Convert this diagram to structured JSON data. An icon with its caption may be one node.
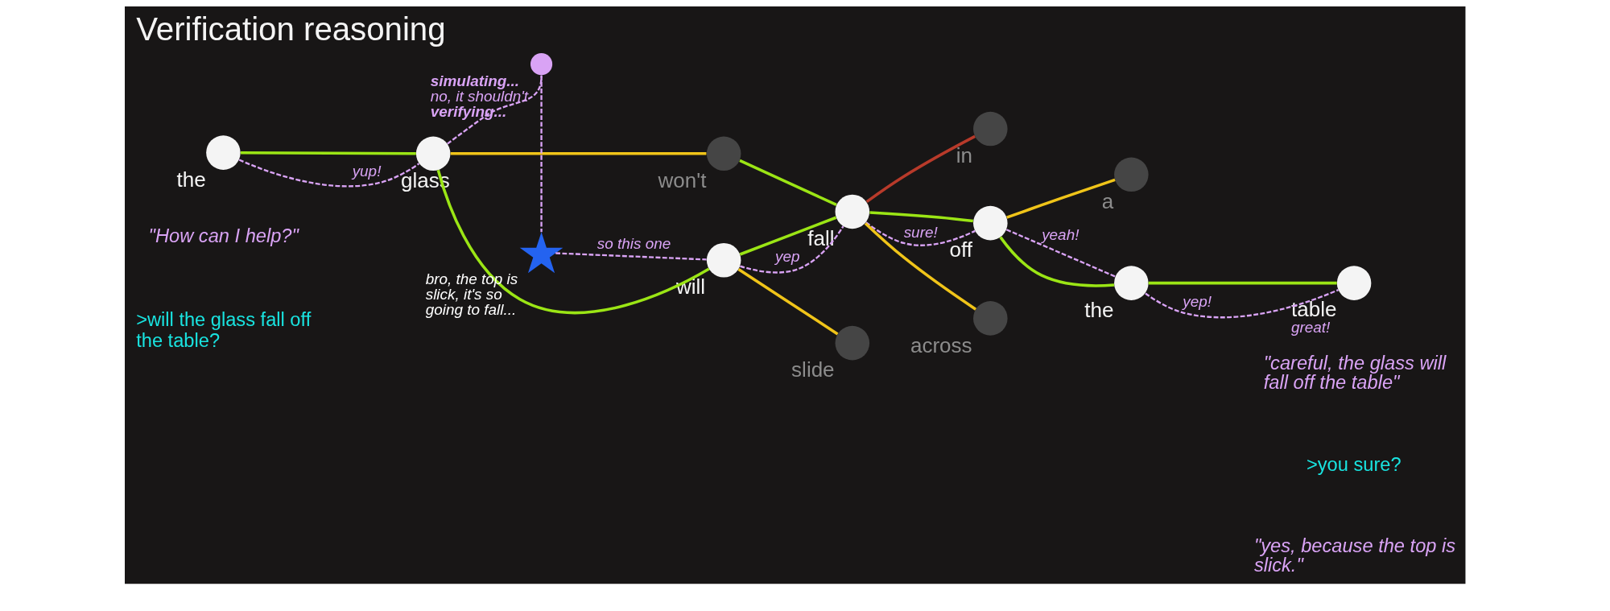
{
  "diagram": {
    "title": "Verification reasoning",
    "nodes": [
      {
        "text": [
          "the"
        ]
      },
      {
        "text": [
          "glass"
        ]
      },
      {
        "text": [
          "won't"
        ]
      },
      {
        "text": [],
        "shape": "circle",
        "beside": [
          "simulating...",
          "no, it shouldn't",
          "verifying..."
        ]
      },
      {
        "text": [],
        "shape": "badge",
        "beside": [
          "bro, the top is slick, it's so going to fall..."
        ]
      },
      {
        "text": [
          "will"
        ]
      },
      {
        "text": [
          "fall"
        ]
      },
      {
        "text": [
          "slide"
        ]
      },
      {
        "text": [
          "in"
        ]
      },
      {
        "text": [
          "off"
        ]
      },
      {
        "text": [
          "across"
        ]
      },
      {
        "text": [
          "a"
        ]
      },
      {
        "text": [
          "the"
        ]
      },
      {
        "text": [
          "table"
        ],
        "beside": [
          "great!"
        ]
      }
    ],
    "edges": [
      {
        "from": 0,
        "to": 1,
        "arrow": "none",
        "color": "#9be515"
      },
      {
        "from": 1,
        "to": 2,
        "arrow": "none",
        "color": "#f0c419"
      },
      {
        "from": 1,
        "to": 5,
        "arrow": "none",
        "color": "#9be515"
      },
      {
        "from": 2,
        "to": 6,
        "arrow": "none",
        "color": "#9be515"
      },
      {
        "from": 5,
        "to": 6,
        "arrow": "none",
        "color": "#9be515"
      },
      {
        "from": 5,
        "to": 7,
        "arrow": "none",
        "color": "#f0c419"
      },
      {
        "from": 6,
        "to": 8,
        "arrow": "none",
        "color": "#b83a2a"
      },
      {
        "from": 6,
        "to": 9,
        "arrow": "none",
        "color": "#9be515"
      },
      {
        "from": 6,
        "to": 10,
        "arrow": "none",
        "color": "#f0c419"
      },
      {
        "from": 9,
        "to": 11,
        "arrow": "none",
        "color": "#f0c419"
      },
      {
        "from": 9,
        "to": 12,
        "arrow": "none",
        "color": "#9be515"
      },
      {
        "from": 12,
        "to": 13,
        "arrow": "none",
        "color": "#9be515"
      },
      {
        "from": 0,
        "to": 1,
        "arrow": "none",
        "style": "dashed",
        "label": "yup!"
      },
      {
        "from": 1,
        "to": 3,
        "arrow": "none",
        "style": "dashed"
      },
      {
        "from": 3,
        "to": 4,
        "arrow": "none",
        "style": "dashed"
      },
      {
        "from": 4,
        "to": 5,
        "arrow": "none",
        "style": "dashed",
        "label": "so this one"
      },
      {
        "from": 5,
        "to": 6,
        "arrow": "none",
        "style": "dashed",
        "label": "yep"
      },
      {
        "from": 6,
        "to": 9,
        "arrow": "none",
        "style": "dashed",
        "label": "sure!"
      },
      {
        "from": 9,
        "to": 12,
        "arrow": "none",
        "style": "dashed",
        "label": "yeah!"
      },
      {
        "from": 12,
        "to": 13,
        "arrow": "none",
        "style": "dashed",
        "label": "yep!"
      }
    ],
    "labels": [
      "\"How can I help?\"",
      ">will the glass fall off the table?",
      "\"careful, the glass will fall off the table\"",
      ">you sure?",
      "\"yes, because the top is slick.\""
    ]
  }
}
